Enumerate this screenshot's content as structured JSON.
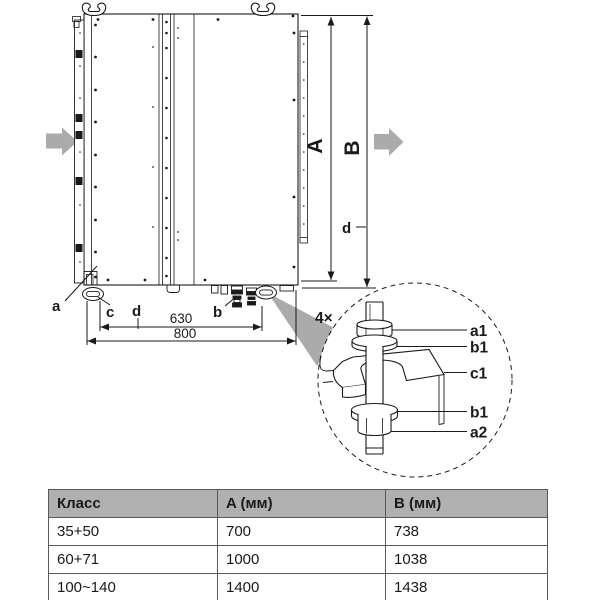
{
  "figure": {
    "labels": {
      "a": "a",
      "b": "b",
      "c": "c",
      "d_bottom": "d",
      "d_right": "d",
      "dim_inner": "630",
      "dim_outer": "800",
      "dim_a": "A",
      "dim_b": "B",
      "multiplier": "4×"
    },
    "detail_labels": {
      "a1": "a1",
      "b1_top": "b1",
      "c1": "c1",
      "b1_bottom": "b1",
      "a2": "a2"
    },
    "colors": {
      "line": "#1a1a1a",
      "gray": "#ababab",
      "table_header_bg": "#b0b0b0"
    }
  },
  "table": {
    "headers": [
      "Класс",
      "A (мм)",
      "B (мм)"
    ],
    "rows": [
      [
        "35+50",
        "700",
        "738"
      ],
      [
        "60+71",
        "1000",
        "1038"
      ],
      [
        "100~140",
        "1400",
        "1438"
      ]
    ]
  }
}
